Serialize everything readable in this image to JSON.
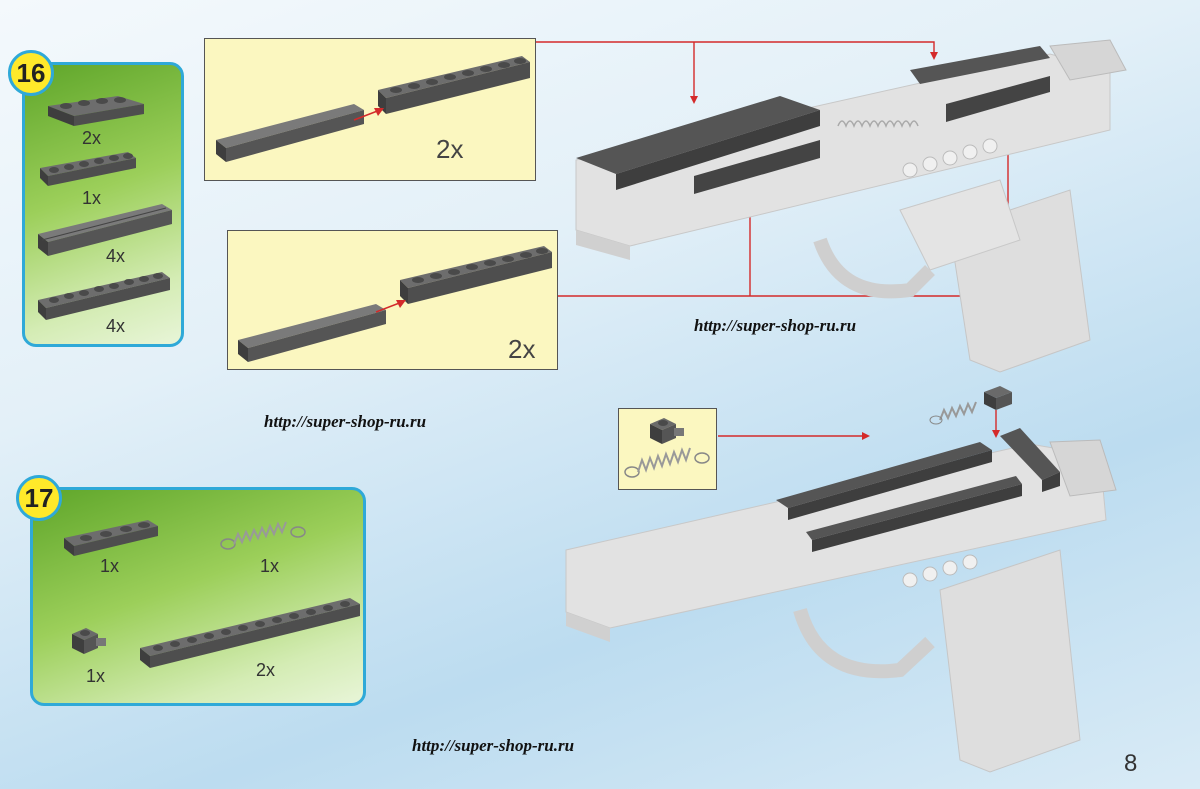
{
  "step16": {
    "number": "16",
    "parts": [
      {
        "name": "plate-1x4",
        "qty": "2x"
      },
      {
        "name": "plate-1x6",
        "qty": "1x"
      },
      {
        "name": "tile-bar-long",
        "qty": "4x"
      },
      {
        "name": "plate-1x8",
        "qty": "4x"
      }
    ],
    "callout_top_qty": "2x",
    "callout_bottom_qty": "2x"
  },
  "step17": {
    "number": "17",
    "parts": [
      {
        "name": "plate-1x4",
        "qty": "1x"
      },
      {
        "name": "spring",
        "qty": "1x"
      },
      {
        "name": "clip-pin",
        "qty": "1x"
      },
      {
        "name": "plate-1x12",
        "qty": "2x"
      }
    ]
  },
  "watermarks": [
    "http://super-shop-ru.ru",
    "http://super-shop-ru.ru",
    "http://super-shop-ru.ru"
  ],
  "page_number": "8",
  "colors": {
    "accent_border": "#2fa9d8",
    "badge": "#ffe92a",
    "callout_bg": "#fbf7c0",
    "arrow": "#d42a2a",
    "brick_dark": "#5a5a5a",
    "brick_light": "#d8d8d8"
  }
}
